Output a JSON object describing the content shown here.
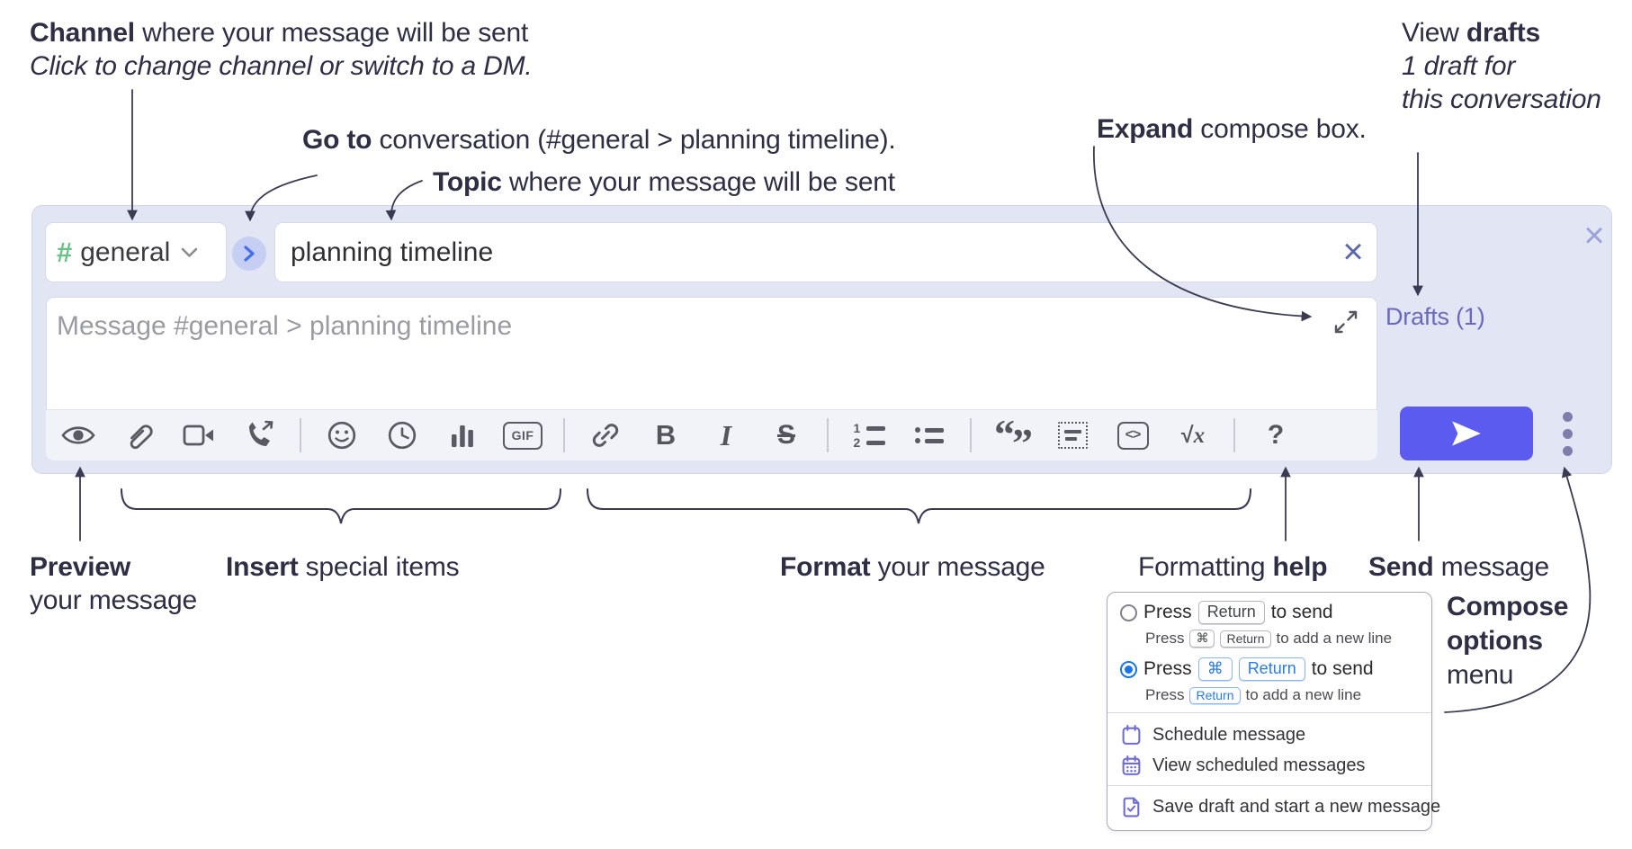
{
  "annotations": {
    "channel_line": {
      "bold": "Channel",
      "rest": " where your message will be sent"
    },
    "channel_sub": "Click to change channel or switch to a DM.",
    "goto_line": {
      "bold": "Go to",
      "rest": " conversation (#general > planning timeline)."
    },
    "topic_line": {
      "bold": "Topic",
      "rest": " where your message will be sent"
    },
    "expand_line": {
      "bold": "Expand",
      "rest": " compose box."
    },
    "drafts_line": {
      "pre": "View ",
      "bold": "drafts"
    },
    "drafts_sub1": "1 draft for",
    "drafts_sub2": "this conversation",
    "preview_line1": "Preview",
    "preview_line2": "your message",
    "insert_line": {
      "bold": "Insert",
      "rest": " special items"
    },
    "format_line": {
      "bold": "Format",
      "rest": " your message"
    },
    "help_line": {
      "pre": "Formatting ",
      "bold": "help"
    },
    "send_line": {
      "bold": "Send",
      "rest": " message"
    },
    "compose_menu_line1": "Compose",
    "compose_menu_line2": "options",
    "compose_menu_line3": "menu"
  },
  "compose": {
    "channel": {
      "hash": "#",
      "name": "general"
    },
    "topic_value": "planning timeline",
    "message_placeholder": "Message #general > planning timeline",
    "drafts_link": "Drafts (1)",
    "close_x": "×",
    "clear_topic_x": "×"
  },
  "toolbar": {
    "gif": "GIF",
    "bold": "B",
    "italic": "I",
    "strike": "S",
    "ol1": "1",
    "ol2": "2",
    "quote_open": "“",
    "quote_close": "”",
    "code": "<>",
    "sqrt": "√",
    "sqrt_x": "x",
    "help": "?"
  },
  "popup": {
    "opt1": {
      "pre": "Press",
      "key": "Return",
      "post": "to send"
    },
    "opt1_sub": {
      "pre": "Press",
      "key1": "⌘",
      "key2": "Return",
      "post": "to add a new line"
    },
    "opt2": {
      "pre": "Press",
      "key1": "⌘",
      "key2": "Return",
      "post": "to send"
    },
    "opt2_sub": {
      "pre": "Press",
      "key": "Return",
      "post": "to add a new line"
    },
    "items": [
      {
        "icon": "calendar-icon",
        "label": "Schedule message"
      },
      {
        "icon": "calendar-scheduled-icon",
        "label": "View scheduled messages"
      },
      {
        "icon": "save-draft-icon",
        "label": "Save draft and start a new message"
      }
    ]
  },
  "colors": {
    "send_button": "#5b5bef",
    "container_bg": "#e2e5f4",
    "drafts_link": "#6b68bd",
    "channel_hash_green": "#69c187",
    "go_circle_bg": "#c7cef3",
    "go_chevron_blue": "#4370e8",
    "radio_selected_blue": "#1a73e8",
    "menu_icon_indigo": "#6e6cd8",
    "annotation_text": "#2e2e44"
  }
}
